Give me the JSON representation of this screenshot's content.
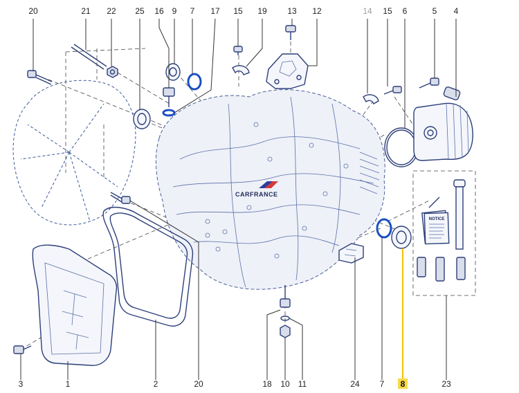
{
  "logo": {
    "text": "CARFRANCE"
  },
  "notice": {
    "text": "NOTICE"
  },
  "callouts": [
    {
      "id": "c20a",
      "text": "20",
      "style": "normal"
    },
    {
      "id": "c21",
      "text": "21",
      "style": "normal"
    },
    {
      "id": "c22",
      "text": "22",
      "style": "normal"
    },
    {
      "id": "c25",
      "text": "25",
      "style": "normal"
    },
    {
      "id": "c16",
      "text": "16",
      "style": "normal"
    },
    {
      "id": "c9",
      "text": "9",
      "style": "normal"
    },
    {
      "id": "c7a",
      "text": "7",
      "style": "normal"
    },
    {
      "id": "c17",
      "text": "17",
      "style": "normal"
    },
    {
      "id": "c15a",
      "text": "15",
      "style": "normal"
    },
    {
      "id": "c19",
      "text": "19",
      "style": "normal"
    },
    {
      "id": "c13",
      "text": "13",
      "style": "normal"
    },
    {
      "id": "c12",
      "text": "12",
      "style": "normal"
    },
    {
      "id": "c14",
      "text": "14",
      "style": "grey"
    },
    {
      "id": "c15b",
      "text": "15",
      "style": "normal"
    },
    {
      "id": "c6",
      "text": "6",
      "style": "normal"
    },
    {
      "id": "c5",
      "text": "5",
      "style": "normal"
    },
    {
      "id": "c4",
      "text": "4",
      "style": "normal"
    },
    {
      "id": "c3",
      "text": "3",
      "style": "normal"
    },
    {
      "id": "c1",
      "text": "1",
      "style": "normal"
    },
    {
      "id": "c2",
      "text": "2",
      "style": "normal"
    },
    {
      "id": "c20b",
      "text": "20",
      "style": "normal"
    },
    {
      "id": "c18",
      "text": "18",
      "style": "normal"
    },
    {
      "id": "c10",
      "text": "10",
      "style": "normal"
    },
    {
      "id": "c11",
      "text": "11",
      "style": "normal"
    },
    {
      "id": "c24",
      "text": "24",
      "style": "normal"
    },
    {
      "id": "c7b",
      "text": "7",
      "style": "normal"
    },
    {
      "id": "c8",
      "text": "8",
      "style": "highlight"
    },
    {
      "id": "c23",
      "text": "23",
      "style": "normal"
    }
  ]
}
